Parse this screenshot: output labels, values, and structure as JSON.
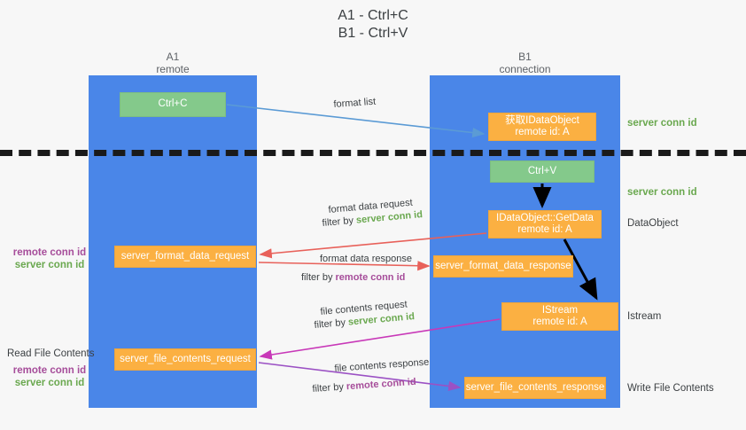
{
  "title": {
    "line1": "A1 - Ctrl+C",
    "line2": "B1 - Ctrl+V"
  },
  "lanes": {
    "a": {
      "name": "A1",
      "role": "remote",
      "color": "#4a86e8"
    },
    "b": {
      "name": "B1",
      "role": "connection",
      "color": "#4a86e8"
    }
  },
  "colors": {
    "lane": "#4a86e8",
    "green_box": "#84c98b",
    "orange_box": "#fbb042",
    "server_conn": "#6aa84f",
    "remote_conn": "#a64d9a",
    "arrow_blue": "#5b9bd5",
    "arrow_red": "#e8615a",
    "arrow_magenta": "#c838b8",
    "arrow_purple": "#9b51c4",
    "arrow_black": "#000000",
    "background": "#f7f7f7"
  },
  "boxes": {
    "ctrl_c": {
      "label": "Ctrl+C"
    },
    "idataobject": {
      "line1": "获取IDataObject",
      "line2": "remote id: A"
    },
    "ctrl_v": {
      "label": "Ctrl+V"
    },
    "getdata": {
      "line1": "IDataObject::GetData",
      "line2": "remote id: A"
    },
    "server_format_data_request": {
      "label": "server_format_data_request"
    },
    "server_format_data_response": {
      "label": "server_format_data_response"
    },
    "istream": {
      "line1": "IStream",
      "line2": "remote id: A"
    },
    "server_file_contents_request": {
      "label": "server_file_contents_request"
    },
    "server_file_contents_response": {
      "label": "server_file_contents_response"
    }
  },
  "side_labels": {
    "server_conn_top": "server conn id",
    "server_conn_mid": "server conn id",
    "dataobject": "DataObject",
    "istream": "Istream",
    "write_file_contents": "Write File Contents",
    "read_file_contents": "Read File Contents",
    "left_stack_1": {
      "remote": "remote conn id",
      "server": "server conn id"
    },
    "left_stack_2": {
      "remote": "remote conn id",
      "server": "server conn id"
    }
  },
  "arrow_captions": {
    "format_list": "format list",
    "format_data_request": "format data request",
    "format_data_filter_prefix": "filter by ",
    "format_data_filter_value": "server conn id",
    "format_data_response": "format data response",
    "format_response_filter_prefix": "filter by ",
    "format_response_filter_value": "remote conn id",
    "file_contents_request": "file contents request",
    "file_contents_filter_prefix": "filter by ",
    "file_contents_filter_value": "server conn id",
    "file_contents_response": "file contents response",
    "file_response_filter_prefix": "filter by ",
    "file_response_filter_value": "remote conn id"
  }
}
